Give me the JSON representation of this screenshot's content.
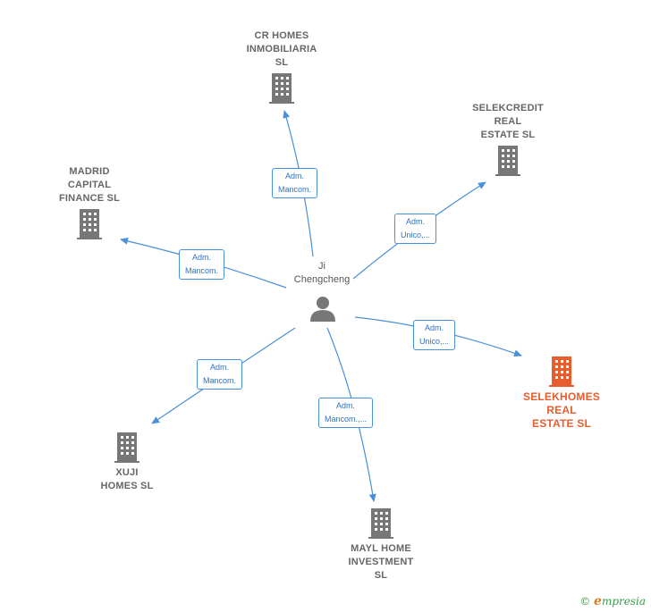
{
  "center": {
    "name": "Ji\nChengcheng"
  },
  "companies": [
    {
      "id": "cr",
      "name": "CR HOMES\nINMOBILIARIA\nSL",
      "highlight": false
    },
    {
      "id": "selekcredit",
      "name": "SELEKCREDIT\nREAL\nESTATE  SL",
      "highlight": false
    },
    {
      "id": "madrid",
      "name": "MADRID\nCAPITAL\nFINANCE  SL",
      "highlight": false
    },
    {
      "id": "selekhomes",
      "name": "SELEKHOMES\nREAL\nESTATE  SL",
      "highlight": true
    },
    {
      "id": "xuji",
      "name": "XUJI\nHOMES  SL",
      "highlight": false
    },
    {
      "id": "mayl",
      "name": "MAYL HOME\nINVESTMENT\nSL",
      "highlight": false
    }
  ],
  "edges": [
    {
      "to": "cr",
      "label": "Adm.\nMancom."
    },
    {
      "to": "selekcredit",
      "label": "Adm.\nUnico,..."
    },
    {
      "to": "madrid",
      "label": "Adm.\nMancom."
    },
    {
      "to": "selekhomes",
      "label": "Adm.\nUnico,..."
    },
    {
      "to": "xuji",
      "label": "Adm.\nMancom."
    },
    {
      "to": "mayl",
      "label": "Adm.\nMancom.,..."
    }
  ],
  "colors": {
    "edge": "#4a90d9",
    "building": "#777777",
    "highlight": "#e85d2d"
  },
  "footer": {
    "copyright": "©",
    "brand_initial": "e",
    "brand_rest": "mpresia"
  }
}
